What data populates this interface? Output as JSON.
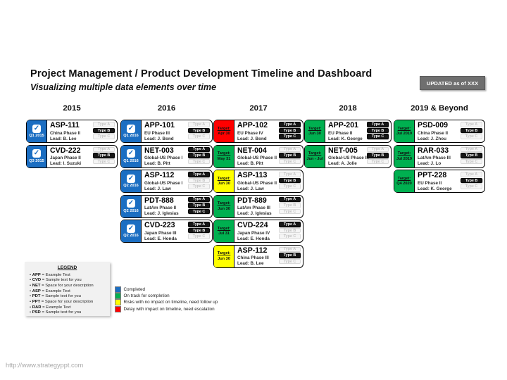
{
  "header": {
    "title": "Project Management / Product Development Timeline and Dashboard",
    "subtitle": "Visualizing multiple data elements over time",
    "updated_badge": "UPDATED as of XXX"
  },
  "colors": {
    "completed_blue": "#1b6ec2",
    "on_track_green": "#00b050",
    "risk_yellow": "#ffff00",
    "delay_red": "#ff0000",
    "badge_active": "#161616",
    "updated_badge_gray": "#6f6f6f"
  },
  "columns": [
    {
      "year": "2015",
      "cards": [
        {
          "code": "ASP-111",
          "phase": "China Phase II",
          "lead": "Lead: B. Lee",
          "status": "completed",
          "marker": {
            "type": "checkbox",
            "icon": "checkmark-icon",
            "label": "Q1 2015"
          },
          "types": [
            {
              "label": "Type A",
              "active": false
            },
            {
              "label": "Type B",
              "active": true
            },
            {
              "label": "Type C",
              "active": false
            }
          ]
        },
        {
          "code": "CVD-222",
          "phase": "Japan Phase II",
          "lead": "Lead: I. Suzuki",
          "status": "completed",
          "marker": {
            "type": "checkbox",
            "icon": "checkmark-icon",
            "label": "Q3 2015"
          },
          "types": [
            {
              "label": "Type A",
              "active": false
            },
            {
              "label": "Type B",
              "active": true
            },
            {
              "label": "Type C",
              "active": false
            }
          ]
        }
      ]
    },
    {
      "year": "2016",
      "cards": [
        {
          "code": "APP-101",
          "phase": "EU Phase III",
          "lead": "Lead: J. Bond",
          "status": "completed",
          "marker": {
            "type": "checkbox",
            "icon": "checkmark-icon",
            "label": "Q1 2016"
          },
          "types": [
            {
              "label": "Type A",
              "active": false
            },
            {
              "label": "Type B",
              "active": true
            },
            {
              "label": "Type C",
              "active": false
            }
          ]
        },
        {
          "code": "NET-003",
          "phase": "Global-US Phase I",
          "lead": "Lead: B. Pitt",
          "status": "completed",
          "marker": {
            "type": "checkbox",
            "icon": "checkmark-icon",
            "label": "Q1 2016"
          },
          "types": [
            {
              "label": "Type A",
              "active": true
            },
            {
              "label": "Type B",
              "active": true
            },
            {
              "label": "Type C",
              "active": false
            }
          ]
        },
        {
          "code": "ASP-112",
          "phase": "Global-US Phase I",
          "lead": "Lead: J. Law",
          "status": "completed",
          "marker": {
            "type": "checkbox",
            "icon": "checkmark-icon",
            "label": "Q2 2016"
          },
          "types": [
            {
              "label": "Type A",
              "active": true
            },
            {
              "label": "Type B",
              "active": false
            },
            {
              "label": "Type C",
              "active": false
            }
          ]
        },
        {
          "code": "PDT-888",
          "phase": "LatAm Phase II",
          "lead": "Lead: J. Iglesias",
          "status": "completed",
          "marker": {
            "type": "checkbox",
            "icon": "checkmark-icon",
            "label": "Q2 2016"
          },
          "types": [
            {
              "label": "Type A",
              "active": true
            },
            {
              "label": "Type B",
              "active": true
            },
            {
              "label": "Type C",
              "active": true
            }
          ]
        },
        {
          "code": "CVD-223",
          "phase": "Japan Phase III",
          "lead": "Lead: E. Honda",
          "status": "completed",
          "marker": {
            "type": "checkbox",
            "icon": "checkmark-icon",
            "label": "Q2 2016"
          },
          "types": [
            {
              "label": "Type A",
              "active": true
            },
            {
              "label": "Type B",
              "active": true
            },
            {
              "label": "Type C",
              "active": false
            }
          ]
        }
      ]
    },
    {
      "year": "2017",
      "cards": [
        {
          "code": "APP-102",
          "phase": "EU Phase IV",
          "lead": "Lead: J. Bond",
          "status": "delay",
          "marker": {
            "type": "target",
            "prefix": "Target:",
            "date": "Apr 30"
          },
          "types": [
            {
              "label": "Type A",
              "active": true
            },
            {
              "label": "Type B",
              "active": true
            },
            {
              "label": "Type C",
              "active": true
            }
          ]
        },
        {
          "code": "NET-004",
          "phase": "Global-US Phase II",
          "lead": "Lead: B. Pitt",
          "status": "on-track",
          "marker": {
            "type": "target",
            "prefix": "Target:",
            "date": "May 31"
          },
          "types": [
            {
              "label": "Type A",
              "active": false
            },
            {
              "label": "Type B",
              "active": true
            },
            {
              "label": "Type C",
              "active": false
            }
          ]
        },
        {
          "code": "ASP-113",
          "phase": "Global-US Phase II",
          "lead": "Lead: J. Law",
          "status": "risk",
          "marker": {
            "type": "target",
            "prefix": "Target:",
            "date": "Jun 30"
          },
          "types": [
            {
              "label": "Type A",
              "active": false
            },
            {
              "label": "Type B",
              "active": true
            },
            {
              "label": "Type C",
              "active": false
            }
          ]
        },
        {
          "code": "PDT-889",
          "phase": "LatAm Phase III",
          "lead": "Lead: J. Iglesias",
          "status": "on-track",
          "marker": {
            "type": "target",
            "prefix": "Target:",
            "date": "Jun 30"
          },
          "types": [
            {
              "label": "Type A",
              "active": true
            },
            {
              "label": "Type B",
              "active": false
            },
            {
              "label": "Type C",
              "active": false
            }
          ]
        },
        {
          "code": "CVD-224",
          "phase": "Japan Phase IV",
          "lead": "Lead: E. Honda",
          "status": "on-track",
          "marker": {
            "type": "target",
            "prefix": "Target:",
            "date": "Jul 31"
          },
          "types": [
            {
              "label": "Type A",
              "active": true
            },
            {
              "label": "Type B",
              "active": false
            },
            {
              "label": "Type C",
              "active": false
            }
          ]
        },
        {
          "code": "ASP-112",
          "phase": "China Phase III",
          "lead": "Lead: B. Lee",
          "status": "risk",
          "marker": {
            "type": "target",
            "prefix": "Target:",
            "date": "Jun 30"
          },
          "types": [
            {
              "label": "Type A",
              "active": false
            },
            {
              "label": "Type B",
              "active": true
            },
            {
              "label": "Type C",
              "active": false
            }
          ]
        }
      ]
    },
    {
      "year": "2018",
      "cards": [
        {
          "code": "APP-201",
          "phase": "EU Phase II",
          "lead": "Lead: K. George",
          "status": "on-track",
          "marker": {
            "type": "target",
            "prefix": "Target:",
            "date": "Jun 30"
          },
          "types": [
            {
              "label": "Type A",
              "active": true
            },
            {
              "label": "Type B",
              "active": true
            },
            {
              "label": "Type C",
              "active": true
            }
          ]
        },
        {
          "code": "NET-005",
          "phase": "Global-US Phase III",
          "lead": "Lead: A. Jolie",
          "status": "on-track",
          "marker": {
            "type": "target",
            "prefix": "Target:",
            "date": "Jun - Jul"
          },
          "types": [
            {
              "label": "Type A",
              "active": false
            },
            {
              "label": "Type B",
              "active": true
            },
            {
              "label": "Type C",
              "active": false
            }
          ]
        }
      ]
    },
    {
      "year": "2019 & Beyond",
      "cards": [
        {
          "code": "PSD-009",
          "phase": "China Phase II",
          "lead": "Lead: J. Zhou",
          "status": "on-track",
          "marker": {
            "type": "target",
            "prefix": "Target:",
            "date": "Jul 2019"
          },
          "types": [
            {
              "label": "Type A",
              "active": false
            },
            {
              "label": "Type B",
              "active": true
            },
            {
              "label": "Type C",
              "active": false
            }
          ]
        },
        {
          "code": "RAR-033",
          "phase": "LatAm Phase III",
          "lead": "Lead: J. Lo",
          "status": "on-track",
          "marker": {
            "type": "target",
            "prefix": "Target:",
            "date": "Jul 2019"
          },
          "types": [
            {
              "label": "Type A",
              "active": false
            },
            {
              "label": "Type B",
              "active": true
            },
            {
              "label": "Type C",
              "active": false
            }
          ]
        },
        {
          "code": "PPT-228",
          "phase": "EU Phase II",
          "lead": "Lead: K. George",
          "status": "on-track",
          "marker": {
            "type": "target",
            "prefix": "Target:",
            "date": "Q4 2020"
          },
          "types": [
            {
              "label": "Type A",
              "active": false
            },
            {
              "label": "Type B",
              "active": true
            },
            {
              "label": "Type C",
              "active": false
            }
          ]
        }
      ]
    }
  ],
  "legend": {
    "title": "LEGEND",
    "items": [
      {
        "abbr": "APP",
        "desc": "Example Text"
      },
      {
        "abbr": "CVD",
        "desc": "Sample text for you"
      },
      {
        "abbr": "NET",
        "desc": "Space for your description"
      },
      {
        "abbr": "ASP",
        "desc": "Example Text"
      },
      {
        "abbr": "PDT",
        "desc": "Sample text for you"
      },
      {
        "abbr": "PPT",
        "desc": "Space for your description"
      },
      {
        "abbr": "RAR",
        "desc": "Example Text"
      },
      {
        "abbr": "PSD",
        "desc": "Sample text for you"
      }
    ]
  },
  "status_legend": [
    {
      "color": "#1b6ec2",
      "label": "Completed"
    },
    {
      "color": "#00b050",
      "label": "On track for completion"
    },
    {
      "color": "#ffff00",
      "label": "Risks with no impact on timeline, need follow up"
    },
    {
      "color": "#ff0000",
      "label": "Delay with impact on timeline, need escalation"
    }
  ],
  "footer": {
    "url": "http://www.strategyppt.com"
  }
}
